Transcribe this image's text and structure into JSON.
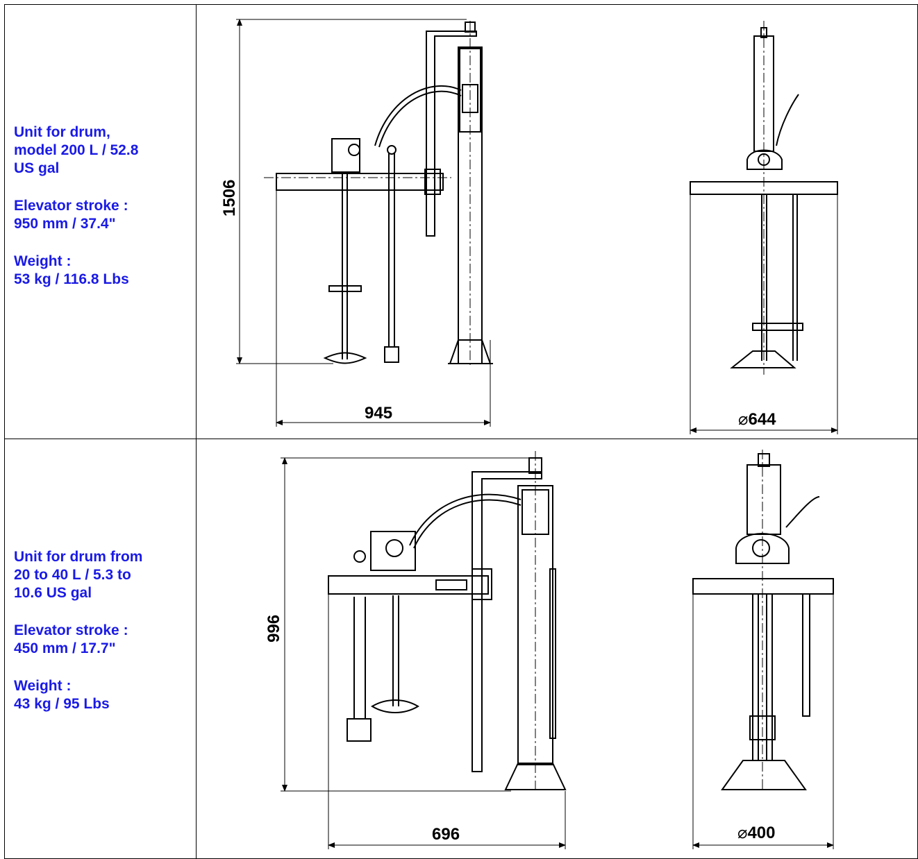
{
  "rows": [
    {
      "description": {
        "line1": "Unit for drum,\nmodel 200 L / 52.8\nUS gal",
        "line2": "Elevator stroke :\n950 mm / 37.4\"",
        "line3": "Weight :\n53 kg / 116.8 Lbs"
      },
      "dims": {
        "height": "1506",
        "width": "945",
        "diameter": "644"
      }
    },
    {
      "description": {
        "line1": "Unit for drum from\n20 to 40 L / 5.3 to\n10.6 US gal",
        "line2": "Elevator stroke :\n450 mm / 17.7\"",
        "line3": "Weight :\n43 kg / 95 Lbs"
      },
      "dims": {
        "height": "996",
        "width": "696",
        "diameter": "400"
      }
    }
  ],
  "diameter_symbol": "⌀"
}
